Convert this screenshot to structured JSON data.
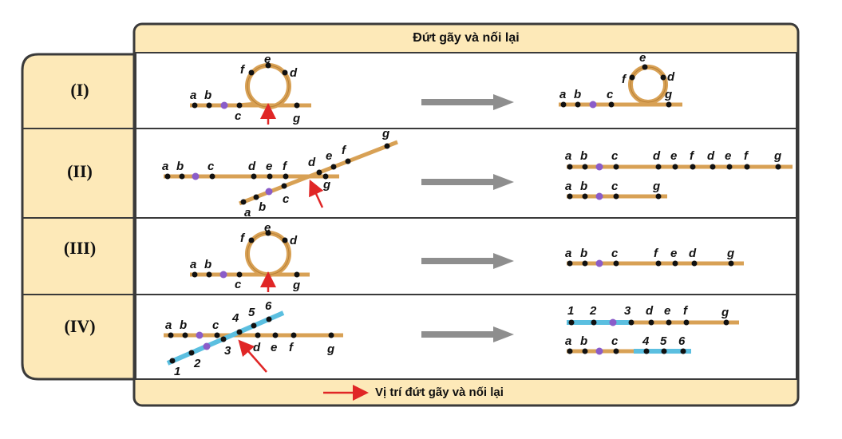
{
  "header": {
    "title": "Đứt gãy và nối lại"
  },
  "footer": {
    "legend": "Vị trí đứt gãy và nối lại"
  },
  "rows": [
    {
      "label": "(I)"
    },
    {
      "label": "(II)"
    },
    {
      "label": "(III)"
    },
    {
      "label": "(IV)"
    }
  ],
  "gene_labels": {
    "a": "a",
    "b": "b",
    "c": "c",
    "d": "d",
    "e": "e",
    "f": "f",
    "g": "g",
    "n1": "1",
    "n2": "2",
    "n3": "3",
    "n4": "4",
    "n5": "5",
    "n6": "6"
  },
  "colors": {
    "chromosome": "#d8a155",
    "chromosome_outline": "#b98036",
    "blue_chromosome": "#5bbfe0",
    "centromere": "#8a5cc9",
    "panel_fill": "#fde9b8",
    "panel_border": "#3a3a3a",
    "arrow_red": "#e02626",
    "arrow_grey": "#8e8e8e"
  }
}
